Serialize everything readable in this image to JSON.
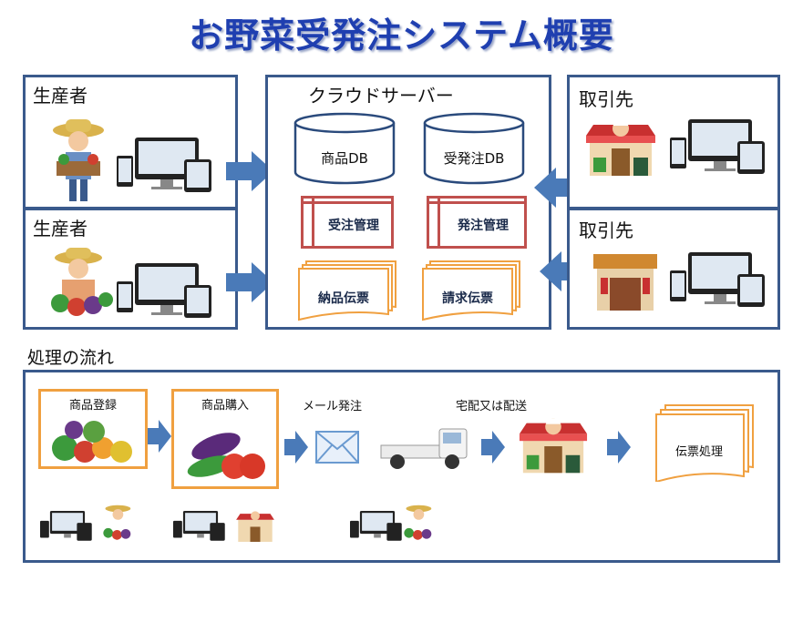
{
  "title": "お野菜受発注システム概要",
  "producers": [
    {
      "label": "生産者"
    },
    {
      "label": "生産者"
    }
  ],
  "clients": [
    {
      "label": "取引先"
    },
    {
      "label": "取引先"
    }
  ],
  "cloud": {
    "label": "クラウドサーバー",
    "databases": [
      "商品DB",
      "受発注DB"
    ],
    "management": [
      "受注管理",
      "発注管理"
    ],
    "slips": [
      "納品伝票",
      "請求伝票"
    ]
  },
  "flow": {
    "label": "処理の流れ",
    "steps": [
      "商品登録",
      "商品購入",
      "メール発注",
      "宅配又は配送",
      "伝票処理"
    ]
  },
  "colors": {
    "title": "#1f3fb0",
    "box_border": "#3a5a8c",
    "arrow": "#4a7ab8",
    "management": "#c0504d",
    "slip": "#f0a040"
  }
}
